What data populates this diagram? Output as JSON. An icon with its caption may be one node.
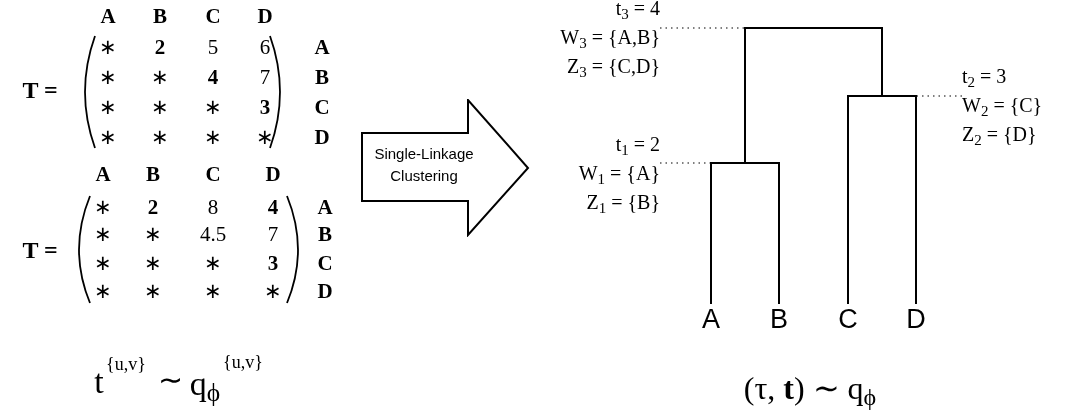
{
  "diagram": {
    "nodes": [
      {
        "text": [
          "t$_{3}$ = 4",
          "W$_{3}$ = {A,B}",
          "Z$_{3}$ = {C,D}"
        ]
      },
      {
        "text": [
          "t$_{2}$ = 3",
          "W$_{2}$ = {C}",
          "Z$_{2}$ = {D}"
        ]
      },
      {
        "text": [
          "Single-Linkage Clustering"
        ]
      },
      {
        "text": [
          "t$_{1}$ = 2",
          "W$_{1}$ = {A}",
          "Z$_{1}$ = {B}"
        ]
      },
      {
        "text": [],
        "shape": "bar"
      },
      {
        "text": [],
        "shape": "bar"
      },
      {
        "text": [],
        "shape": "bar"
      },
      {
        "text": [
          "A"
        ]
      },
      {
        "text": [
          "B"
        ]
      },
      {
        "text": [
          "C"
        ]
      },
      {
        "text": [
          "D"
        ]
      }
    ],
    "edges": [
      {
        "from": 0,
        "to": 4,
        "arrow": "none",
        "style": "dashed"
      },
      {
        "from": 1,
        "to": 5,
        "arrow": "none",
        "style": "dashed"
      },
      {
        "from": 3,
        "to": 6,
        "arrow": "none",
        "style": "dashed"
      },
      {
        "from": 4,
        "to": 6,
        "arrow": "none"
      },
      {
        "from": 4,
        "to": 5,
        "arrow": "none"
      },
      {
        "from": 6,
        "to": 7,
        "arrow": "none"
      },
      {
        "from": 6,
        "to": 8,
        "arrow": "none"
      },
      {
        "from": 5,
        "to": 9,
        "arrow": "none"
      },
      {
        "from": 5,
        "to": 10,
        "arrow": "none"
      }
    ],
    "labels": [
      "T =",
      "A",
      "B",
      "C",
      "D",
      "∗",
      "2",
      "5",
      "6",
      "A",
      "∗",
      "∗",
      "4",
      "7",
      "B",
      "∗",
      "∗",
      "∗",
      "3",
      "C",
      "∗",
      "∗",
      "∗",
      "∗",
      "D",
      "T =",
      "A",
      "B",
      "C",
      "D",
      "∗",
      "2",
      "8",
      "4",
      "A",
      "∗",
      "∗",
      "4.5",
      "7",
      "B",
      "∗",
      "∗",
      "∗",
      "3",
      "C",
      "∗",
      "∗",
      "∗",
      "∗",
      "D",
      "t",
      "{u,v}",
      "∼",
      "q$_{ϕ}$",
      "{u,v}",
      "(τ, **t**) ∼ q$_{ϕ}$"
    ]
  }
}
